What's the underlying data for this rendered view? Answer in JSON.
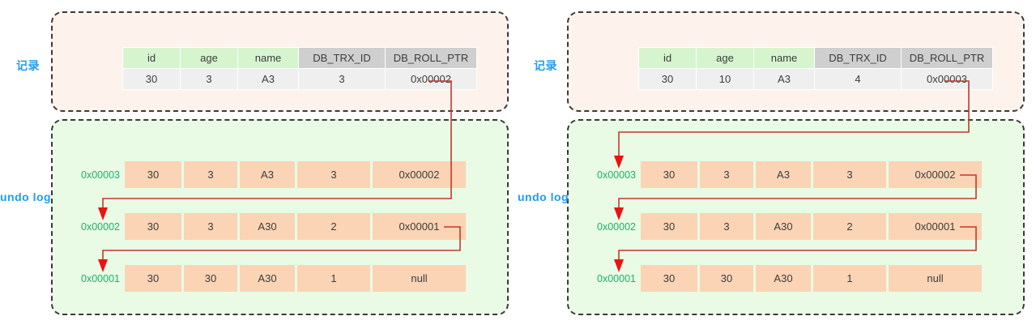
{
  "diagram": {
    "title_left_label": "记录",
    "title_right_label": "记录",
    "undo_label": "undo log",
    "colors": {
      "label_blue": "#1e9cf5",
      "addr_green": "#16b469",
      "record_bg": "#fdf3ec",
      "undo_bg": "#e9fbe5",
      "header_green": "#d6f5cf",
      "header_gray": "#cfcfcf",
      "row_gray": "#efefef",
      "undo_cell": "#fad4b4",
      "connector_red": "#c0392b",
      "arrow_red": "#ee1111",
      "border_dash": "#3a3a3a"
    }
  },
  "left": {
    "record": {
      "headers": [
        "id",
        "age",
        "name",
        "DB_TRX_ID",
        "DB_ROLL_PTR"
      ],
      "row": [
        "30",
        "3",
        "A3",
        "3",
        "0x00002"
      ]
    },
    "undo_log": {
      "rows": [
        {
          "address": "0x00003",
          "cells": [
            "30",
            "3",
            "A3",
            "3",
            "0x00002"
          ]
        },
        {
          "address": "0x00002",
          "cells": [
            "30",
            "3",
            "A30",
            "2",
            "0x00001"
          ]
        },
        {
          "address": "0x00001",
          "cells": [
            "30",
            "30",
            "A30",
            "1",
            "null"
          ]
        }
      ]
    }
  },
  "right": {
    "record": {
      "headers": [
        "id",
        "age",
        "name",
        "DB_TRX_ID",
        "DB_ROLL_PTR"
      ],
      "row": [
        "30",
        "10",
        "A3",
        "4",
        "0x00003"
      ]
    },
    "undo_log": {
      "rows": [
        {
          "address": "0x00003",
          "cells": [
            "30",
            "3",
            "A3",
            "3",
            "0x00002"
          ]
        },
        {
          "address": "0x00002",
          "cells": [
            "30",
            "3",
            "A30",
            "2",
            "0x00001"
          ]
        },
        {
          "address": "0x00001",
          "cells": [
            "30",
            "30",
            "A30",
            "1",
            "null"
          ]
        }
      ]
    }
  }
}
